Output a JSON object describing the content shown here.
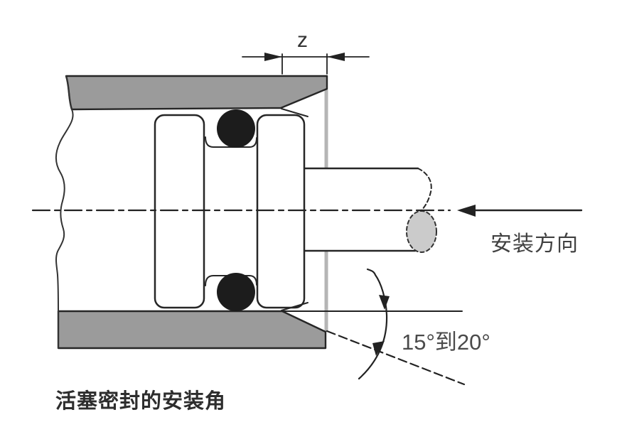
{
  "figure": {
    "caption": "活塞密封的安装角",
    "z_label": "z",
    "direction_label": "安装方向",
    "angle_label": "15°到20°"
  },
  "colors": {
    "wall_gray": "#9b9b9b",
    "bore_edge_gray": "#b5b5b5",
    "rod_end_gray": "#cbcbcb",
    "seal_black": "#1c1c1c",
    "line_black": "#262626",
    "label_gray": "#4a4a4a",
    "background": "#ffffff"
  }
}
